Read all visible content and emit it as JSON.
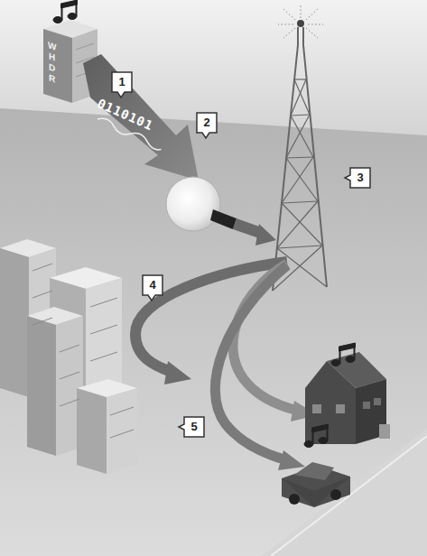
{
  "diagram": {
    "labels": [
      "WHDR",
      "1",
      "0110101",
      "2",
      "3",
      "4",
      "5"
    ]
  }
}
